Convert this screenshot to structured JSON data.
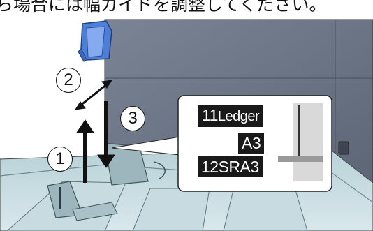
{
  "caption": "ら場合には幅ガイドを調整してください。",
  "steps": [
    "1",
    "2",
    "3"
  ],
  "paper_labels": [
    {
      "num": "11",
      "size": "Ledger"
    },
    {
      "num": "",
      "size": "A3"
    },
    {
      "num": "12",
      "size": "SRA3"
    }
  ]
}
